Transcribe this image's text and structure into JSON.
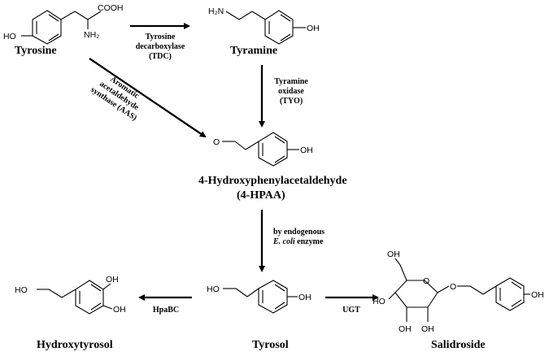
{
  "compounds": {
    "tyrosine": "Tyrosine",
    "tyramine": "Tyramine",
    "hpaa_line1": "4-Hydroxyphenylacetaldehyde",
    "hpaa_line2": "(4-HPAA)",
    "tyrosol": "Tyrosol",
    "hydroxytyrosol": "Hydroxytyrosol",
    "salidroside": "Salidroside"
  },
  "enzymes": {
    "tdc_line1": "Tyrosine",
    "tdc_line2": "decarboxylase",
    "tdc_line3": "(TDC)",
    "tyo_line1": "Tyramine",
    "tyo_line2": "oxidase",
    "tyo_line3": "(TYO)",
    "aas_line1": "Aromatic",
    "aas_line2": "acetaldehyde",
    "aas_line3": "synthase (AAS)",
    "ecoli_line1": "by endogenous",
    "ecoli_line2a": "E. coli",
    "ecoli_line2b": " enzyme",
    "hpabc": "HpaBC",
    "ugt": "UGT"
  },
  "atoms": {
    "oh": "OH",
    "ho": "HO",
    "cooh": "COOH",
    "nh2": "NH₂",
    "h2n": "H₂N",
    "o": "O"
  }
}
